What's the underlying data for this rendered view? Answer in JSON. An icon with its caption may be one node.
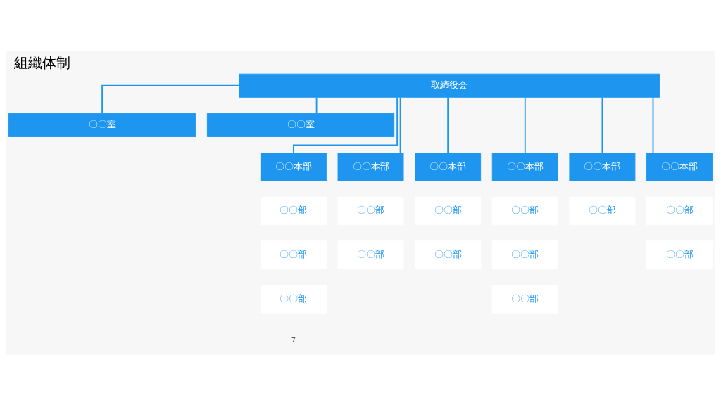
{
  "diagram": {
    "title": "組織体制",
    "nodes": [
      {
        "text": [
          "取締役会"
        ]
      },
      {
        "text": [
          "〇〇室"
        ]
      },
      {
        "text": [
          "〇〇室"
        ]
      },
      {
        "text": [
          "〇〇本部"
        ]
      },
      {
        "text": [
          "〇〇本部"
        ]
      },
      {
        "text": [
          "〇〇本部"
        ]
      },
      {
        "text": [
          "〇〇本部"
        ]
      },
      {
        "text": [
          "〇〇本部"
        ]
      },
      {
        "text": [
          "〇〇本部"
        ]
      },
      {
        "text": [
          "〇〇部"
        ]
      },
      {
        "text": [
          "〇〇部"
        ]
      },
      {
        "text": [
          "〇〇部"
        ]
      },
      {
        "text": [
          "〇〇部"
        ]
      },
      {
        "text": [
          "〇〇部"
        ]
      },
      {
        "text": [
          "〇〇部"
        ]
      },
      {
        "text": [
          "〇〇部"
        ]
      },
      {
        "text": [
          "〇〇部"
        ]
      },
      {
        "text": [
          "〇〇部"
        ]
      },
      {
        "text": [
          "〇〇部"
        ]
      },
      {
        "text": [
          "〇〇部"
        ]
      },
      {
        "text": [
          "〇〇部"
        ]
      },
      {
        "text": [
          "〇〇部"
        ]
      }
    ],
    "edges": [
      {
        "from": 0,
        "to": 1,
        "arrow": "none"
      },
      {
        "from": 0,
        "to": 2,
        "arrow": "none"
      },
      {
        "from": 0,
        "to": 3,
        "arrow": "none"
      },
      {
        "from": 0,
        "to": 4,
        "arrow": "none"
      },
      {
        "from": 0,
        "to": 5,
        "arrow": "none"
      },
      {
        "from": 0,
        "to": 6,
        "arrow": "none"
      },
      {
        "from": 0,
        "to": 7,
        "arrow": "none"
      },
      {
        "from": 0,
        "to": 8,
        "arrow": "none"
      }
    ],
    "labels": [
      "7"
    ]
  }
}
